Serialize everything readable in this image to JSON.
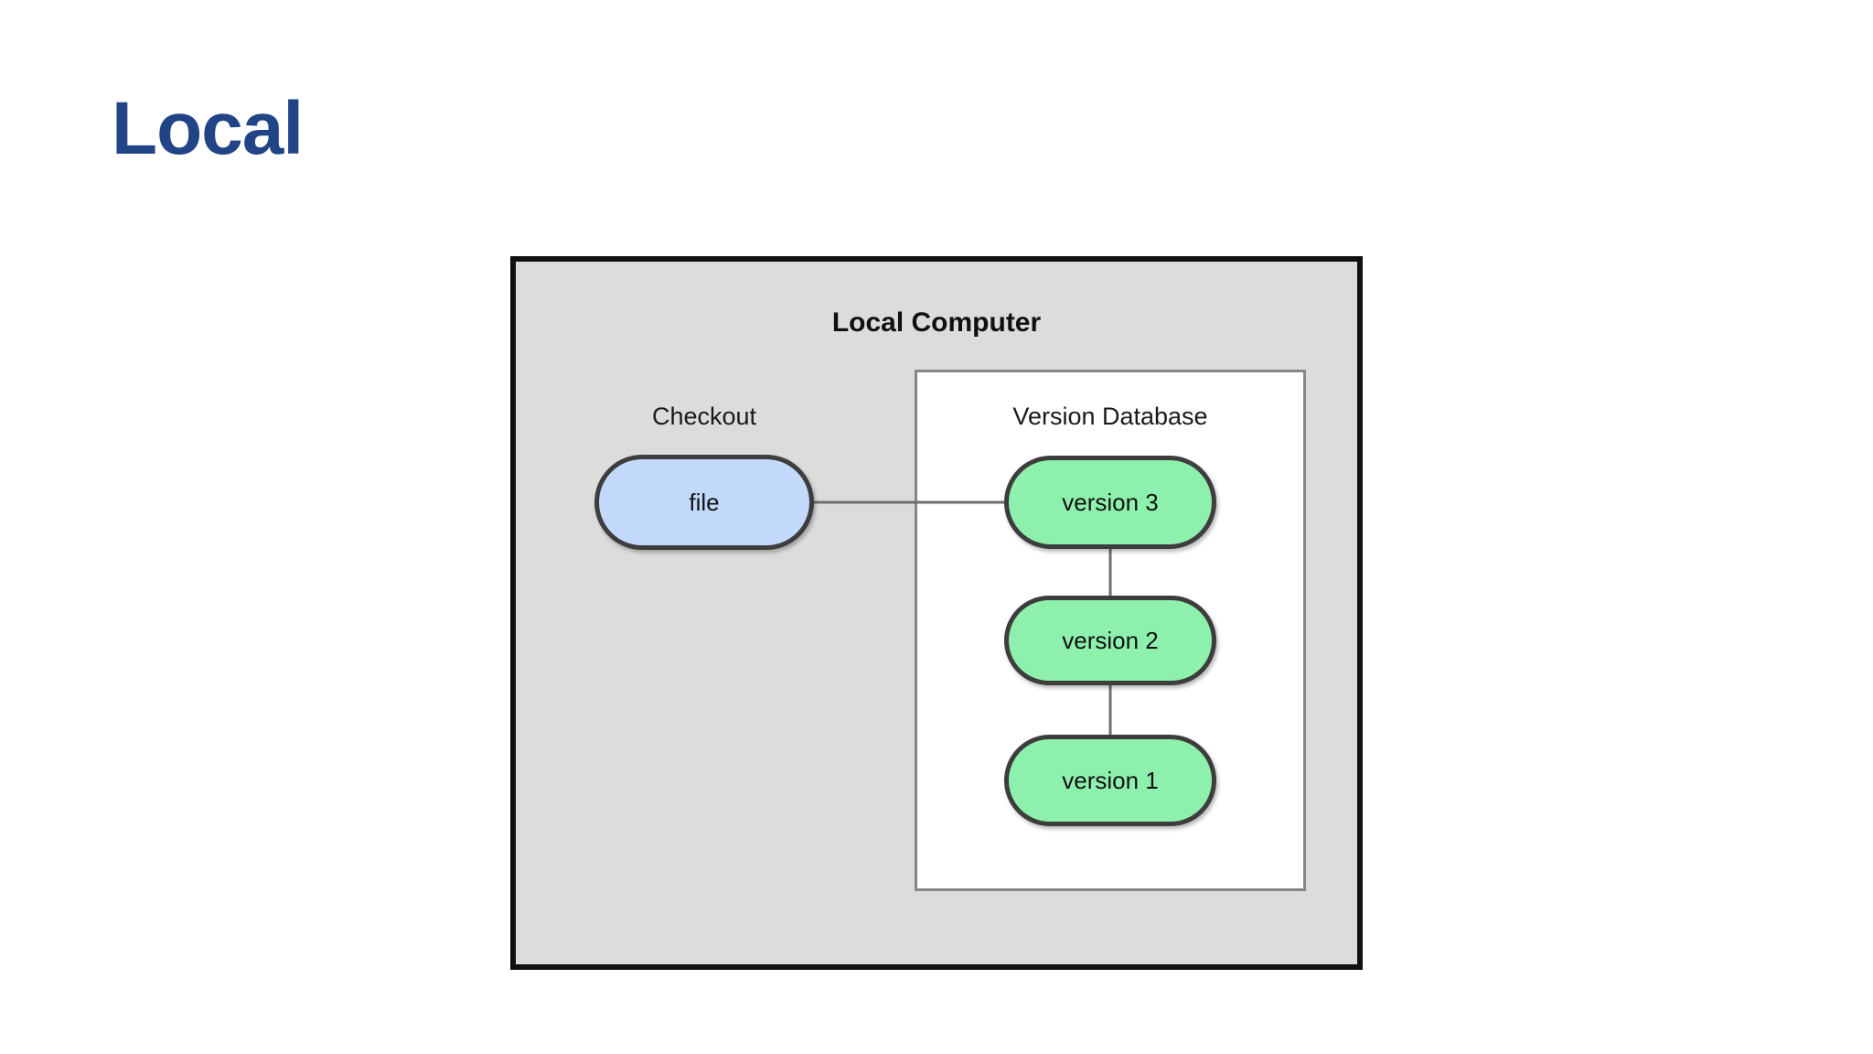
{
  "slide": {
    "title": "Local"
  },
  "diagram": {
    "outer_box_label": "Local Computer",
    "outer_box_fill": "#dcdcdc",
    "outer_box_border": "#101010",
    "panel_label": "Version Database",
    "panel_fill": "#ffffff",
    "panel_border": "#868686",
    "checkout_label": "Checkout",
    "title_color": "#214486",
    "connector_color": "#6e6e6e",
    "nodes": [
      {
        "id": "file",
        "label": "file",
        "group": "checkout",
        "fill": "#c3d9fb",
        "border": "#3d3d3d"
      },
      {
        "id": "version-3",
        "label": "version 3",
        "group": "version-database",
        "fill": "#8ef0ad",
        "border": "#3d3d3d"
      },
      {
        "id": "version-2",
        "label": "version 2",
        "group": "version-database",
        "fill": "#8ef0ad",
        "border": "#3d3d3d"
      },
      {
        "id": "version-1",
        "label": "version 1",
        "group": "version-database",
        "fill": "#8ef0ad",
        "border": "#3d3d3d"
      }
    ],
    "edges": [
      {
        "from": "file",
        "to": "version-3",
        "orientation": "horizontal"
      },
      {
        "from": "version-3",
        "to": "version-2",
        "orientation": "vertical"
      },
      {
        "from": "version-2",
        "to": "version-1",
        "orientation": "vertical"
      }
    ]
  }
}
